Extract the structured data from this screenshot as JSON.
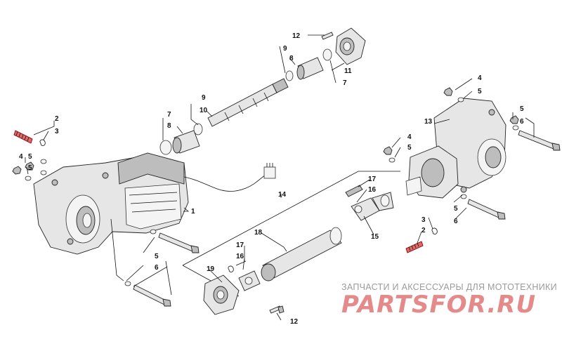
{
  "watermark": {
    "tagline": "ЗАПЧАСТИ И АКСЕССУАРЫ ДЛЯ МОТОТЕХНИКИ",
    "logo": "PARTSFOR.RU"
  },
  "callouts": {
    "c1": "1",
    "c2a": "2",
    "c2b": "2",
    "c3a": "3",
    "c3b": "3",
    "c4a": "4",
    "c4b": "4",
    "c4c": "4",
    "c5a": "5",
    "c5b": "5",
    "c5c": "5",
    "c5d": "5",
    "c5e": "5",
    "c5f": "5",
    "c6a": "6",
    "c6b": "6",
    "c6c": "6",
    "c7a": "7",
    "c7b": "7",
    "c8a": "8",
    "c8b": "8",
    "c9a": "9",
    "c9b": "9",
    "c10": "10",
    "c11": "11",
    "c12a": "12",
    "c12b": "12",
    "c13": "13",
    "c14": "14",
    "c15": "15",
    "c16a": "16",
    "c16b": "16",
    "c17a": "17",
    "c17b": "17",
    "c18": "18",
    "c19": "19"
  },
  "colors": {
    "accent": "#e06a6a",
    "line": "#111111",
    "watermark_text": "#9a9a9a",
    "watermark_logo": "#e58a8a"
  }
}
